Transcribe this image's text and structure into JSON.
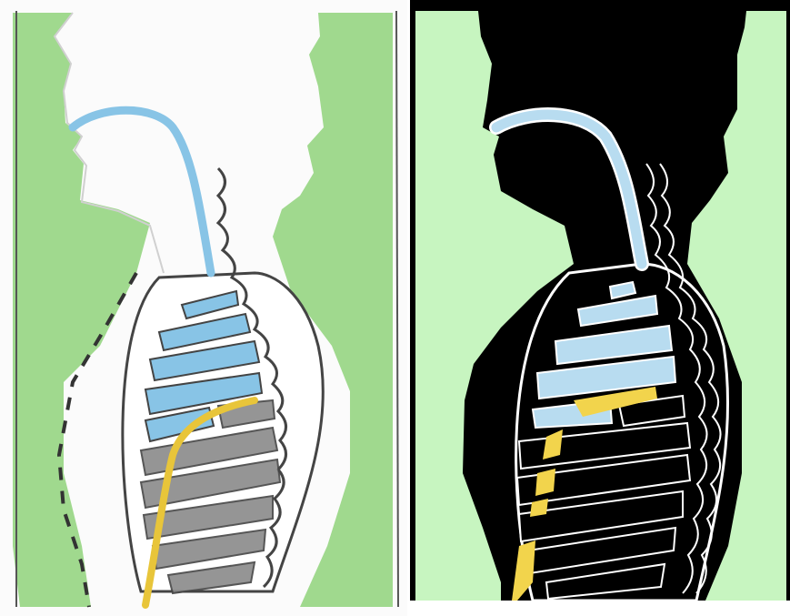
{
  "figure": {
    "panels": [
      {
        "id": "left",
        "kind": "hand-drawn-colored-pencil-sketch"
      },
      {
        "id": "right",
        "kind": "segmented-color-map"
      }
    ],
    "colors": {
      "background_left": "#fbfbfb",
      "background_green_sketch": "#8fd27a",
      "background_green_segment": "#c7f5c0",
      "airway_blue": "#88c4e6",
      "airway_blue_segment": "#b8dcf0",
      "yellow_duct": "#e8c53a",
      "yellow_segment": "#f2d44c",
      "grey_shading": "#8a8a8a",
      "outline": "#3a3a3a",
      "segment_black": "#000000",
      "segment_edge": "#ffffff"
    }
  }
}
